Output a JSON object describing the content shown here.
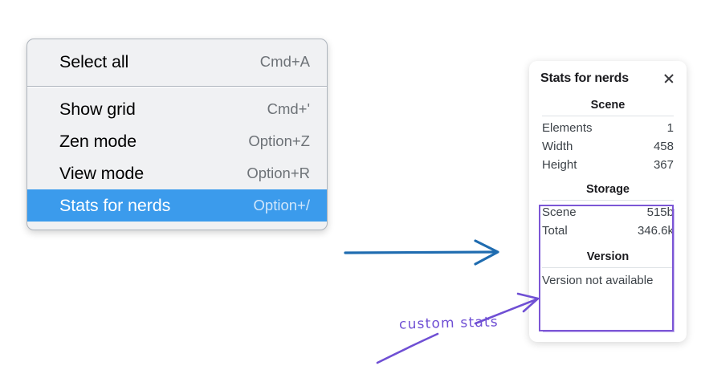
{
  "context_menu": {
    "groups": [
      {
        "items": [
          {
            "label": "Select all",
            "shortcut": "Cmd+A",
            "selected": false
          }
        ]
      },
      {
        "items": [
          {
            "label": "Show grid",
            "shortcut": "Cmd+'",
            "selected": false
          },
          {
            "label": "Zen mode",
            "shortcut": "Option+Z",
            "selected": false
          },
          {
            "label": "View mode",
            "shortcut": "Option+R",
            "selected": false
          },
          {
            "label": "Stats for nerds",
            "shortcut": "Option+/",
            "selected": true
          }
        ]
      }
    ],
    "selected_item_color": "#3b9bec"
  },
  "stats_panel": {
    "title": "Stats for nerds",
    "close_icon": "close-icon",
    "sections": [
      {
        "heading": "Scene",
        "rows": [
          {
            "key": "Elements",
            "value": "1"
          },
          {
            "key": "Width",
            "value": "458"
          },
          {
            "key": "Height",
            "value": "367"
          }
        ]
      },
      {
        "heading": "Storage",
        "rows": [
          {
            "key": "Scene",
            "value": "515b"
          },
          {
            "key": "Total",
            "value": "346.6k"
          }
        ]
      },
      {
        "heading": "Version",
        "free_text": "Version not available"
      }
    ],
    "highlight_color": "#7c57d6"
  },
  "annotations": {
    "custom_stats_label": "custom stats",
    "ink_purple": "#6f4fd4",
    "ink_blue": "#1f6cb0"
  }
}
